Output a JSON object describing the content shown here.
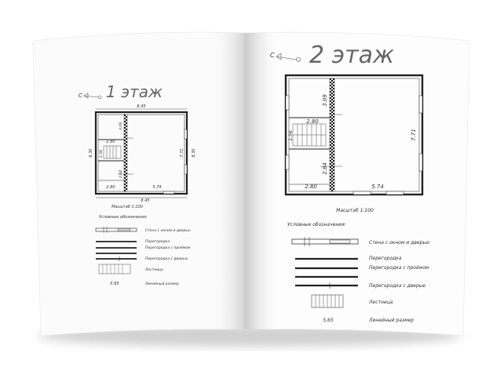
{
  "left_page": {
    "title": "1 этаж",
    "dims": {
      "top": "8.45",
      "left": "6.30",
      "right_inner": "7.71",
      "right_outer": "8.30",
      "bottom_left": "2.80",
      "bottom_right": "5.74",
      "bottom_outer": "8.45",
      "stair_w": "2.80",
      "upper_div": "3.09",
      "mid_left": "1.56",
      "mid_div": "2.84"
    },
    "scale": "Масштаб 1:100",
    "legend_title": "Условные обозначения",
    "legend": [
      "Стена с окном и дверью",
      "Перегородка",
      "Перегородка с проёмом",
      "Перегородка с дверью",
      "Лестница",
      "Линейный размер"
    ],
    "dim_sample": "5.65"
  },
  "right_page": {
    "title": "2 этаж",
    "dims": {
      "upper_div": "3.09",
      "stair_w": "2.80",
      "mid_left": "1.56",
      "right_inner": "7.71",
      "mid_div": "2.84",
      "bottom_left": "2.80",
      "bottom_right": "5.74"
    },
    "scale": "Масштаб 1:100",
    "legend_title": "Условные обозначения:",
    "legend": [
      "Стена с окном и дверью",
      "Перегородка",
      "Перегородка с проёмом",
      "Перегородка с дверью",
      "Лестница",
      "Линейный размер"
    ],
    "dim_sample": "5.65"
  },
  "compass_label": "С"
}
